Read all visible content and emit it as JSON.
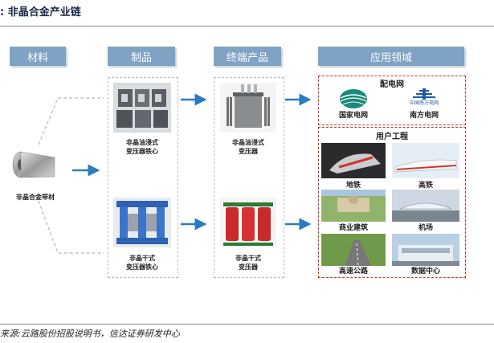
{
  "title": ":  非晶合金产业链",
  "headers": {
    "materials": "材料",
    "products": "制品",
    "end_products": "终端产品",
    "applications": "应用领域"
  },
  "material": {
    "label": "非晶合金带材"
  },
  "products": [
    {
      "label": "非晶油浸式\n变压器铁心"
    },
    {
      "label": "非晶干式\n变压器铁心"
    }
  ],
  "end_products": [
    {
      "label": "非晶油浸式\n变压器"
    },
    {
      "label": "非晶干式\n变压器"
    }
  ],
  "grid": {
    "title": "配电网",
    "items": [
      {
        "label": "国家电网",
        "logo": "state-grid-logo"
      },
      {
        "label": "南方电网",
        "logo": "china-southern-grid-logo",
        "logo_text": "中国南方电网"
      }
    ]
  },
  "users": {
    "title": "用户工程",
    "items": [
      {
        "label": "地铁"
      },
      {
        "label": "高铁"
      },
      {
        "label": "商业建筑"
      },
      {
        "label": "机场"
      },
      {
        "label": "高速公路"
      },
      {
        "label": "数据中心"
      }
    ]
  },
  "source": "来源:云路股份招股说明书，信达证券研发中心",
  "colors": {
    "header_bg": "#7fa3c4",
    "arrow": "#2a7bc0",
    "red_border": "#c0392b",
    "dash": "#b8b8b8"
  }
}
